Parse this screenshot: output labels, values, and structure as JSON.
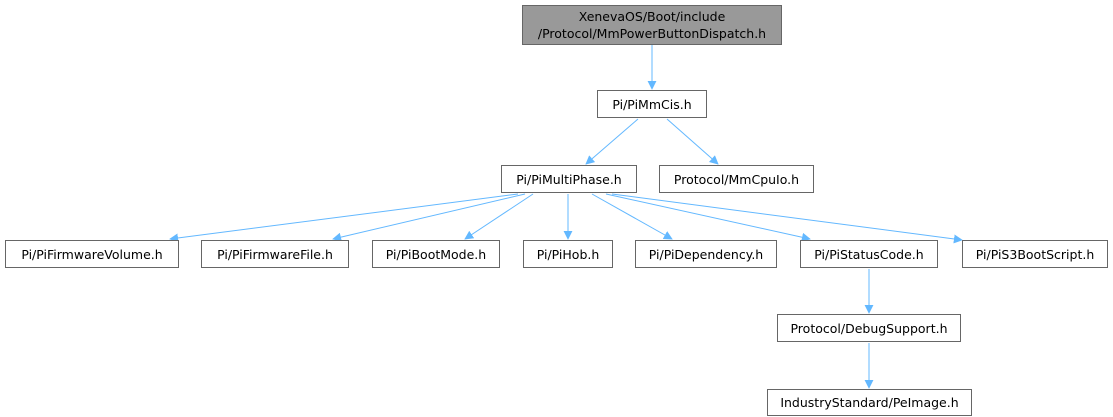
{
  "colors": {
    "edge": "#63b8ff",
    "root_fill": "#999999",
    "node_border": "#666666"
  },
  "nodes": {
    "root": {
      "line1": "XenevaOS/Boot/include",
      "line2": "/Protocol/MmPowerButtonDispatch.h"
    },
    "mmcis": "Pi/PiMmCis.h",
    "multiphase": "Pi/PiMultiPhase.h",
    "mmcpuio": "Protocol/MmCpuIo.h",
    "fwvolume": "Pi/PiFirmwareVolume.h",
    "fwfile": "Pi/PiFirmwareFile.h",
    "bootmode": "Pi/PiBootMode.h",
    "hob": "Pi/PiHob.h",
    "dependency": "Pi/PiDependency.h",
    "statuscode": "Pi/PiStatusCode.h",
    "s3boot": "Pi/PiS3BootScript.h",
    "debugsupport": "Protocol/DebugSupport.h",
    "peimage": "IndustryStandard/PeImage.h"
  }
}
